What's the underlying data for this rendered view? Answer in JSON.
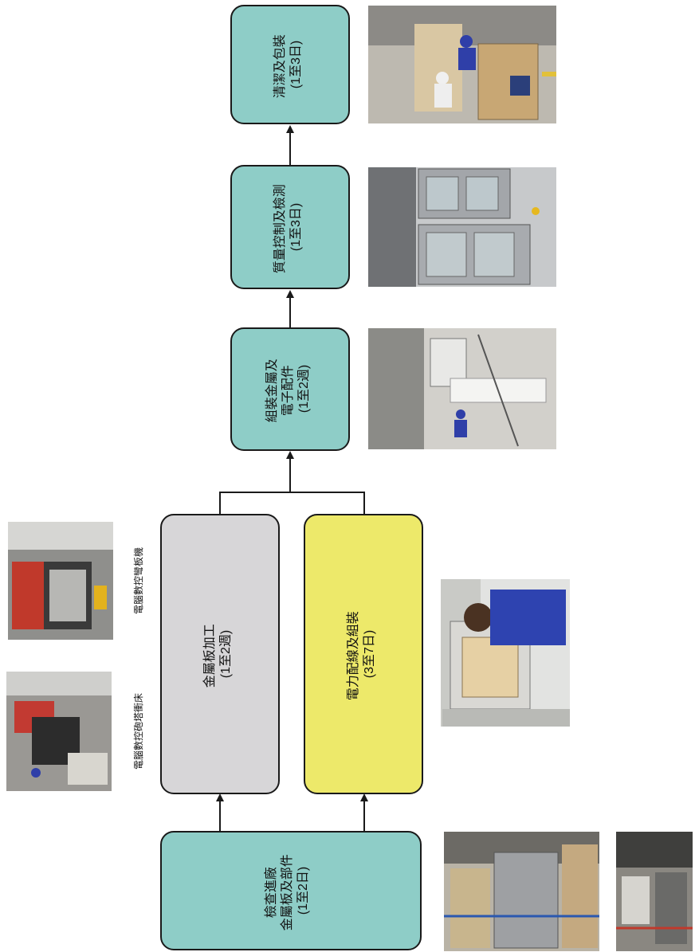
{
  "colors": {
    "teal": "#8ecdc7",
    "grey": "#d7d6d8",
    "yellow": "#ede96a",
    "outline": "#1a1a1a",
    "photo_warehouse": "#b5b0a6",
    "photo_cabinet": "#c9cbcd",
    "photo_machine": "#8f8f8f"
  },
  "steps": {
    "inspect": {
      "line1": "檢查進廠",
      "line2": "金屬板及部件",
      "line3": "(1至2日)"
    },
    "metal": {
      "line1": "金屬板加工",
      "line2": "(1至2週)"
    },
    "wiring": {
      "line1": "電力配線及組裝",
      "line2": "(3至7日)"
    },
    "assemble": {
      "line1": "組裝金屬及",
      "line2": "電子配件",
      "line3": "(1至2週)"
    },
    "qc": {
      "line1": "質量控制及檢測",
      "line2": "(1至3日)"
    },
    "pack": {
      "line1": "清潔及包裝",
      "line2": "(1至3日)"
    }
  },
  "captions": {
    "turret_punch": "電腦數控砲塔衝床",
    "press_brake": "電腦數控彎板機"
  },
  "photos": {
    "incoming_1": "incoming-materials-photo",
    "incoming_2": "warehouse-rack-photo",
    "turret": "turret-punch-photo",
    "brake": "press-brake-photo",
    "wiring": "wiring-worker-photo",
    "assembly": "assembly-floor-photo",
    "qc": "qc-cabinets-photo",
    "packing": "packing-workers-photo"
  }
}
